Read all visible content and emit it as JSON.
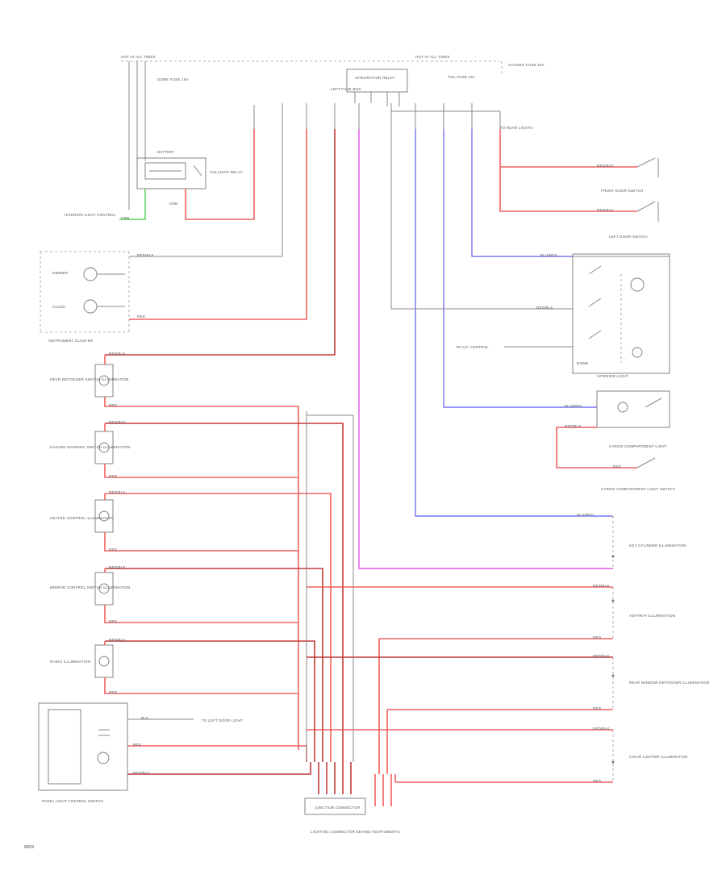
{
  "labels": {
    "top_left_bus": "HOT AT ALL TIMES",
    "top_right_bus": "HOT AT ALL TIMES",
    "top_corner_note": "GAUGES FUSE 10A",
    "dome_fuse": "DOME FUSE 15A",
    "taillight_fuse": "TAIL FUSE 15A",
    "interior_relay": "INTEGRATION RELAY",
    "left_fuse_box": "LEFT FUSE BOX",
    "battery": "BATTERY",
    "headlight_switch": "TAILLIGHT RELAY",
    "ground_note": "GND",
    "interior_light_control": "INTERIOR LIGHT CONTROL",
    "dimmer": "DIMMER",
    "clock": "CLOCK",
    "instrument_cluster": "INSTRUMENT CLUSTER",
    "rear_defogger_switch": "REAR DEFOGGER SWITCH ILLUMINATION",
    "hazard_switch": "HAZARD WARNING SWITCH ILLUMINATION",
    "heater_control": "HEATER CONTROL ILLUMINATION",
    "mirror_switch": "MIRROR CONTROL SWITCH ILLUMINATION",
    "radio": "RADIO ILLUMINATION",
    "panel_light_control": "PANEL LIGHT CONTROL SWITCH",
    "front_door_switch": "FRONT DOOR SWITCH",
    "left_door_switch": "LEFT DOOR SWITCH",
    "dome_light": "DOME",
    "interior_light": "INTERIOR LIGHT",
    "cargo_light": "CARGO COMPARTMENT LIGHT",
    "cargo_light_switch": "CARGO COMPARTMENT LIGHT SWITCH",
    "key_cylinder": "KEY CYLINDER ILLUMINATION",
    "ashtray": "ASHTRAY ILLUMINATION",
    "rear_window": "REAR WINDOW DEFOGGER ILLUMINATION",
    "cigar_lighter": "CIGAR LIGHTER ILLUMINATION",
    "junction_connector": "JUNCTION CONNECTOR",
    "junction_connector_note": "LIGHTING CONNECTOR BEHIND INSTRUMENTS",
    "page_id": "8809",
    "wire_red_blk": "RED/BLK",
    "wire_red": "RED",
    "wire_blu": "BLU/RED",
    "wire_grn": "GRN",
    "wire_blk": "BLK",
    "dome_note": "TO LEFT DOOR LIGHT",
    "radio_note": "TO A/C CONTROL",
    "tail_note": "TO REAR LIGHTS"
  },
  "colors": {
    "red_wire": "#f26060",
    "dark_red_wire": "#c43a3a",
    "blue_wire": "#5c5cf0",
    "violet_wire": "#e054e8",
    "green_wire": "#34c634",
    "component_outline": "#777777"
  }
}
